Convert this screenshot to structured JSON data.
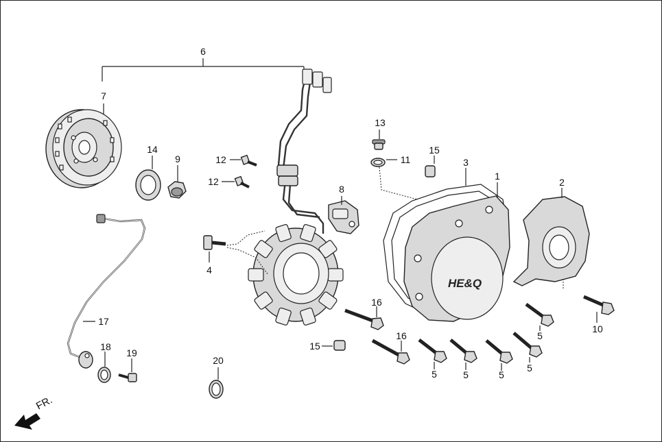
{
  "callouts": {
    "c1": "1",
    "c2": "2",
    "c3": "3",
    "c4": "4",
    "c5a": "5",
    "c5b": "5",
    "c5c": "5",
    "c5d": "5",
    "c5e": "5",
    "c6": "6",
    "c7": "7",
    "c8": "8",
    "c9": "9",
    "c10": "10",
    "c11": "11",
    "c12a": "12",
    "c12b": "12",
    "c13": "13",
    "c14": "14",
    "c15a": "15",
    "c15b": "15",
    "c16a": "16",
    "c16b": "16",
    "c17": "17",
    "c18": "18",
    "c19": "19",
    "c20": "20"
  },
  "direction_label": "FR.",
  "cover_logo": "HE&Q"
}
